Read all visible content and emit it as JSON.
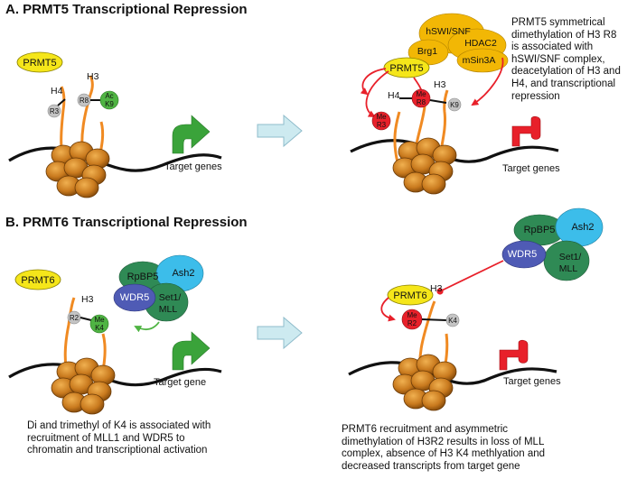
{
  "panel_a": {
    "title": "A. PRMT5 Transcriptional Repression",
    "left": {
      "enzyme": "PRMT5",
      "h4_label": "H4",
      "h3_label": "H3",
      "r3_label": "R3",
      "r8_label": "R8",
      "ac_top": "Ac",
      "ac_bottom": "K9",
      "target_label": "Target genes"
    },
    "right": {
      "complex_hswi": "hSWI/SNF",
      "complex_brg1": "Brg1",
      "complex_hdac2": "HDAC2",
      "complex_msin3a": "mSin3A",
      "enzyme": "PRMT5",
      "h4_label": "H4",
      "h3_label": "H3",
      "me_r8_top": "Me",
      "me_r8_bottom": "R8",
      "me_r3_top": "Me",
      "me_r3_bottom": "R3",
      "k9_label": "K9",
      "target_label": "Target genes"
    },
    "description": [
      "PRMT5 symmetrical",
      "dimethylation of H3 R8",
      "is associated with",
      "hSWI/SNF complex,",
      "deacetylation of H3 and",
      "H4, and transcriptional",
      "repression"
    ]
  },
  "panel_b": {
    "title": "B. PRMT6 Transcriptional Repression",
    "left": {
      "enzyme": "PRMT6",
      "h3_label": "H3",
      "r2_label": "R2",
      "me_top": "Me",
      "me_bottom": "K4",
      "rpbp5": "RpBP5",
      "ash2": "Ash2",
      "wdr5": "WDR5",
      "set1_top": "Set1/",
      "set1_bottom": "MLL",
      "target_label": "Target gene",
      "caption": [
        "Di and trimethyl of K4 is associated with",
        "recruitment of MLL1 and WDR5 to",
        "chromatin and transcriptional activation"
      ]
    },
    "right": {
      "enzyme": "PRMT6",
      "h3_label": "H3",
      "me_top": "Me",
      "me_bottom": "R2",
      "k4_label": "K4",
      "rpbp5": "RpBP5",
      "ash2": "Ash2",
      "wdr5": "WDR5",
      "set1_top": "Set1/",
      "set1_bottom": "MLL",
      "target_label": "Target genes",
      "caption": [
        "PRMT6 recruitment and asymmetric",
        "dimethylation of H3R2 results in loss of MLL",
        "complex, absence of H3 K4 methlyation and",
        "decreased transcripts from target gene"
      ]
    }
  },
  "colors": {
    "yellow": "#f5e61a",
    "gold": "#f2b705",
    "nucleosome": "#c97a1e",
    "nucleosome_dark": "#8a4f0c",
    "tail": "#f08a22",
    "green_mark": "#4fb443",
    "red_mark": "#e8202a",
    "green_arrow": "#3aa33a",
    "red_promoter": "#e8202a",
    "transition_arrow": "#cdeaf0",
    "rpbp5": "#2f8a55",
    "ash2": "#3cbdea",
    "wdr5": "#4f5bb5",
    "set1": "#2f8a55",
    "grey_mark": "#c4c4c4"
  }
}
